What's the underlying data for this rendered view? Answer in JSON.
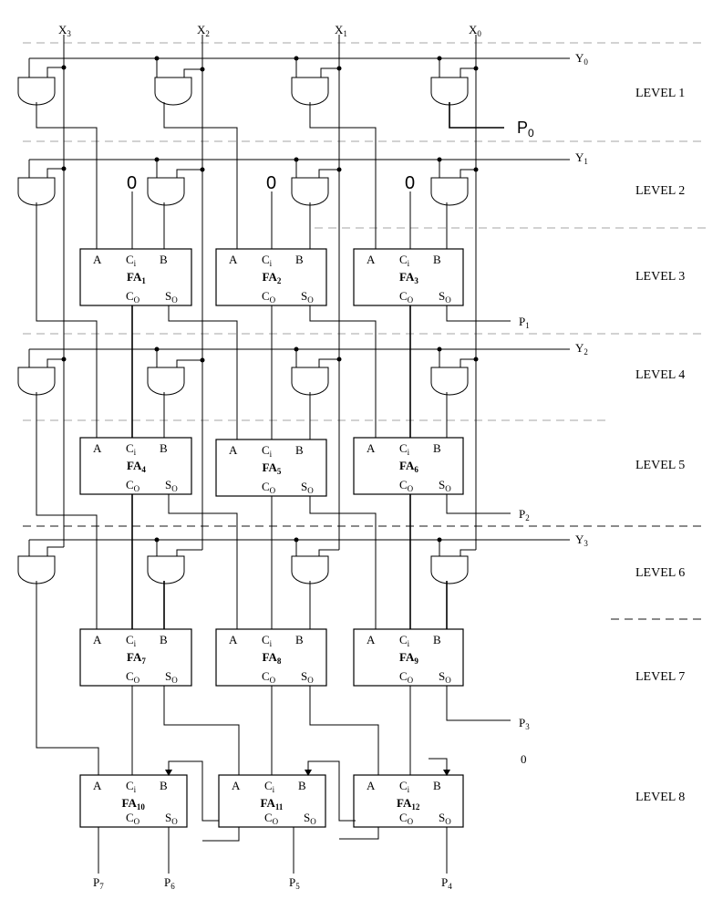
{
  "inputs_x": [
    {
      "base": "X",
      "sub": "3"
    },
    {
      "base": "X",
      "sub": "2"
    },
    {
      "base": "X",
      "sub": "1"
    },
    {
      "base": "X",
      "sub": "0"
    }
  ],
  "inputs_y": [
    {
      "base": "Y",
      "sub": "0"
    },
    {
      "base": "Y",
      "sub": "1"
    },
    {
      "base": "Y",
      "sub": "2"
    },
    {
      "base": "Y",
      "sub": "3"
    }
  ],
  "levels": [
    "LEVEL 1",
    "LEVEL 2",
    "LEVEL 3",
    "LEVEL 4",
    "LEVEL 5",
    "LEVEL 6",
    "LEVEL 7",
    "LEVEL 8"
  ],
  "zero_label": "0",
  "zero_small": "0",
  "p0": {
    "base": "P",
    "sub": "0"
  },
  "outputs": [
    {
      "base": "P",
      "sub": "1"
    },
    {
      "base": "P",
      "sub": "2"
    },
    {
      "base": "P",
      "sub": "3"
    },
    {
      "base": "P",
      "sub": "4"
    },
    {
      "base": "P",
      "sub": "5"
    },
    {
      "base": "P",
      "sub": "6"
    },
    {
      "base": "P",
      "sub": "7"
    }
  ],
  "pin_a": "A",
  "pin_ci_base": "C",
  "pin_ci_sub": "i",
  "pin_b": "B",
  "pin_co_base": "C",
  "pin_co_sub": "O",
  "pin_so_base": "S",
  "pin_so_sub": "O",
  "fa_base": "FA",
  "adders": [
    "1",
    "2",
    "3",
    "4",
    "5",
    "6",
    "7",
    "8",
    "9",
    "10",
    "11",
    "12"
  ]
}
